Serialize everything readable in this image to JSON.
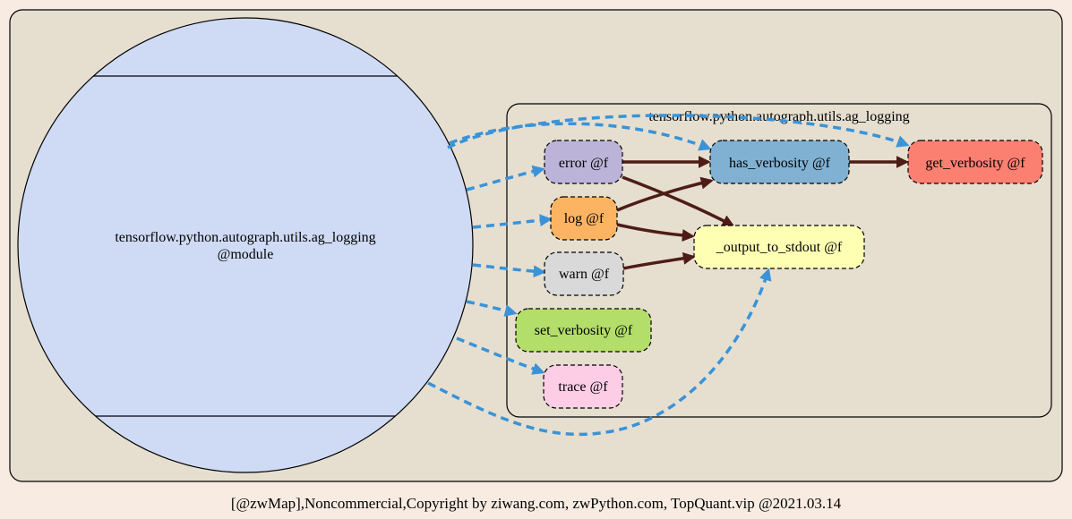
{
  "module": {
    "name": "tensorflow.python.autograph.utils.ag_logging",
    "type_label": "@module"
  },
  "cluster": {
    "title": "tensorflow.python.autograph.utils.ag_logging"
  },
  "nodes": {
    "error": {
      "label": "error @f",
      "fill": "#bcb4d8"
    },
    "log": {
      "label": "log @f",
      "fill": "#fdb462"
    },
    "warn": {
      "label": "warn @f",
      "fill": "#d9d9d9"
    },
    "set_verbosity": {
      "label": "set_verbosity @f",
      "fill": "#b3de69"
    },
    "trace": {
      "label": "trace @f",
      "fill": "#fccde5"
    },
    "has_verbosity": {
      "label": "has_verbosity @f",
      "fill": "#80b1d3"
    },
    "get_verbosity": {
      "label": "get_verbosity @f",
      "fill": "#fb8072"
    },
    "output_to_stdout": {
      "label": "_output_to_stdout @f",
      "fill": "#ffffb3"
    }
  },
  "colors": {
    "background": "#f8ece2",
    "panel": "#e6dfd0",
    "module_fill": "#cfdbf5",
    "import_edge": "#3a93d8",
    "call_edge": "#4e1c16"
  },
  "footer": "[@zwMap],Noncommercial,Copyright by ziwang.com, zwPython.com, TopQuant.vip @2021.03.14"
}
